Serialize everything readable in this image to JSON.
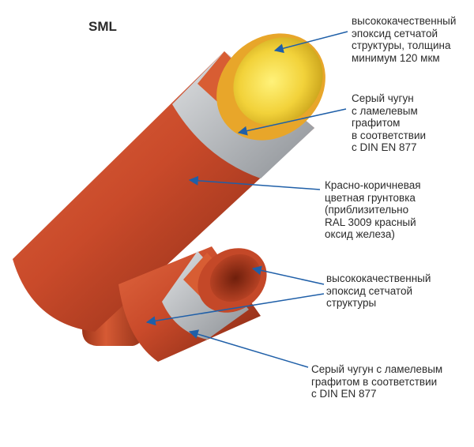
{
  "title": "SML",
  "labels": [
    {
      "id": "top-epoxy",
      "text": "высококачественный\nэпоксид сетчатой\nструктуры, толщина\nминимум 120 мкм"
    },
    {
      "id": "top-cast-iron",
      "text": "Серый чугун\nс ламелевым\nграфитом\nв соответствии\nс DIN EN 877"
    },
    {
      "id": "primer",
      "text": "Красно-коричневая\nцветная грунтовка\n(приблизительно\nRAL 3009 красный\nоксид железа)"
    },
    {
      "id": "branch-epoxy",
      "text": "высококачественный\nэпоксид сетчатой\nструктуры"
    },
    {
      "id": "branch-cast-iron",
      "text": "Серый чугун с ламелевым\nграфитом в соответствии\nс DIN EN 877"
    }
  ],
  "colors": {
    "pipe_red": "#c94a2a",
    "pipe_dark": "#8f2d17",
    "iron_grey": "#b9bcbf",
    "epoxy_yellow": "#f2d23a",
    "arrow_blue": "#1f5fa8"
  }
}
